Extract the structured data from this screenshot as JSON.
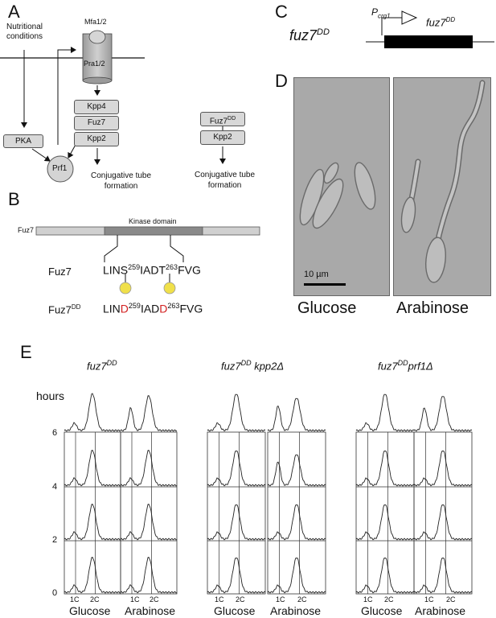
{
  "panel_letters": {
    "A": "A",
    "B": "B",
    "C": "C",
    "D": "D",
    "E": "E"
  },
  "panelA": {
    "nutritional": [
      "Nutritional",
      "conditions"
    ],
    "mfa": "Mfa1/2",
    "pra": "Pra1/2",
    "kpp4": "Kpp4",
    "fuz7": "Fuz7",
    "kpp2": "Kpp2",
    "pka": "PKA",
    "prf1": "Prf1",
    "conj1": [
      "Conjugative tube",
      "formation"
    ],
    "fuz7dd_base": "Fuz7",
    "fuz7dd_sup": "DD",
    "kpp2b": "Kpp2",
    "conj2": [
      "Conjugative tube",
      "formation"
    ]
  },
  "panelB": {
    "fuz7_label": "Fuz7",
    "kinase_domain": "Kinase domain",
    "row1_label": "Fuz7",
    "row1_seq": {
      "a": "LINS",
      "s1": "259",
      "b": "IADT",
      "s2": "263",
      "c": "FVG"
    },
    "row2_label_base": "Fuz7",
    "row2_label_sup": "DD",
    "row2_seq": {
      "a": "LIN",
      "d1": "D",
      "s1": "259",
      "b": "IAD",
      "d2": "D",
      "s2": "263",
      "c": "FVG"
    }
  },
  "panelC": {
    "title_base": "fuz7",
    "title_sup": "DD",
    "promoter_base": "P",
    "promoter_sub": "crg1",
    "gene_base": "fuz7",
    "gene_sup": "DD"
  },
  "panelD": {
    "scale_bar": "10 µm",
    "left_label": "Glucose",
    "right_label": "Arabinose"
  },
  "panelE": {
    "hours_label": "hours",
    "hour_ticks": [
      "6",
      "4",
      "2",
      "0"
    ],
    "groups": [
      {
        "title_base": "fuz7",
        "title_sup": "DD",
        "title_rest": "",
        "cond1": "Glucose",
        "cond2": "Arabinose",
        "x1c": "1C",
        "x2c": "2C",
        "y1c": "1C",
        "y2c": "2C"
      },
      {
        "title_base": "fuz7",
        "title_sup": "DD",
        "title_rest": " kpp2Δ",
        "cond1": "Glucose",
        "cond2": "Arabinose",
        "x1c": "1C",
        "x2c": "2C",
        "y1c": "1C",
        "y2c": "2C"
      },
      {
        "title_base": "fuz7",
        "title_sup": "DD",
        "title_rest": "prf1Δ",
        "cond1": "Glucose",
        "cond2": "Arabinose",
        "x1c": "1C",
        "x2c": "2C",
        "y1c": "1C",
        "y2c": "2C"
      }
    ]
  }
}
